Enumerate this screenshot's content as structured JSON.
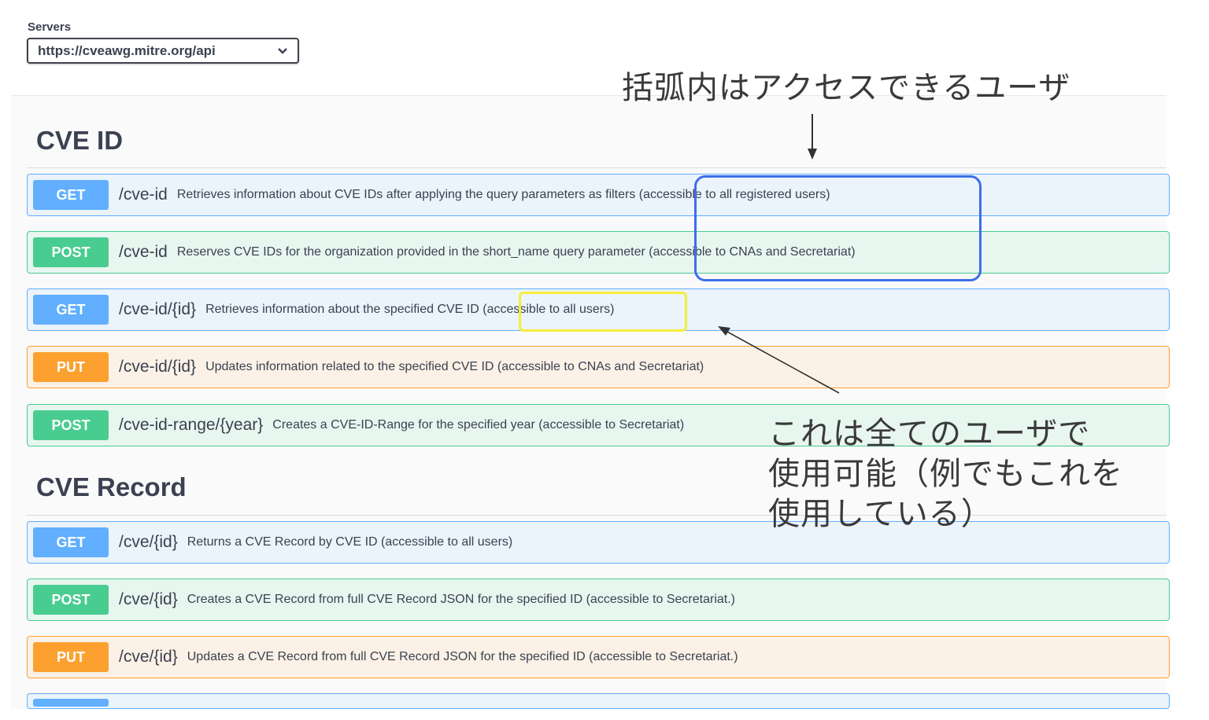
{
  "servers": {
    "label": "Servers",
    "selected": "https://cveawg.mitre.org/api"
  },
  "sections": [
    {
      "title": "CVE ID",
      "operations": [
        {
          "method": "GET",
          "path": "/cve-id",
          "description": "Retrieves information about CVE IDs after applying the query parameters as filters (accessible to all registered users)"
        },
        {
          "method": "POST",
          "path": "/cve-id",
          "description": "Reserves CVE IDs for the organization provided in the short_name query parameter (accessible to CNAs and Secretariat)"
        },
        {
          "method": "GET",
          "path": "/cve-id/{id}",
          "description": "Retrieves information about the specified CVE ID (accessible to all users)"
        },
        {
          "method": "PUT",
          "path": "/cve-id/{id}",
          "description": "Updates information related to the specified CVE ID (accessible to CNAs and Secretariat)"
        },
        {
          "method": "POST",
          "path": "/cve-id-range/{year}",
          "description": "Creates a CVE-ID-Range for the specified year (accessible to Secretariat)"
        }
      ]
    },
    {
      "title": "CVE Record",
      "operations": [
        {
          "method": "GET",
          "path": "/cve/{id}",
          "description": "Returns a CVE Record by CVE ID (accessible to all users)"
        },
        {
          "method": "POST",
          "path": "/cve/{id}",
          "description": "Creates a CVE Record from full CVE Record JSON for the specified ID (accessible to Secretariat.)"
        },
        {
          "method": "PUT",
          "path": "/cve/{id}",
          "description": "Updates a CVE Record from full CVE Record JSON for the specified ID (accessible to Secretariat.)"
        }
      ]
    }
  ],
  "annotations": {
    "top": "括弧内はアクセスできるユーザ",
    "bottom_line1": "これは全てのユーザで",
    "bottom_line2": "使用可能（例でもこれを",
    "bottom_line3": "使用している）"
  },
  "colors": {
    "get": "#61affe",
    "post": "#49cc90",
    "put": "#fca130",
    "highlight_blue": "#3d6fe8",
    "highlight_yellow": "#f5ef3b"
  }
}
